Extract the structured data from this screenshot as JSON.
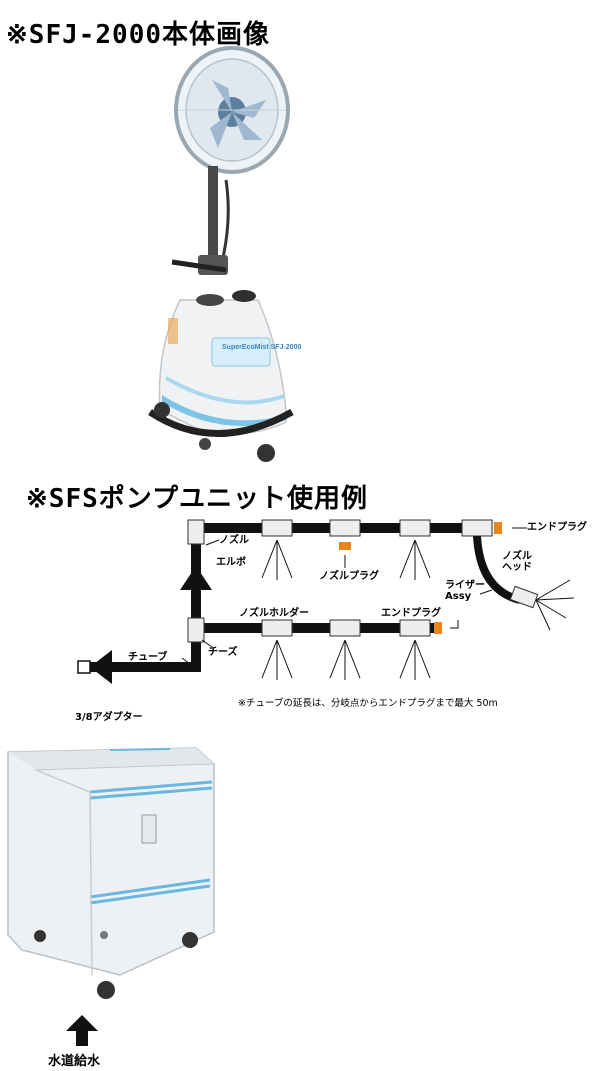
{
  "headings": {
    "main": "※SFJ-2000本体画像",
    "usage": "※SFSポンプユニット使用例"
  },
  "fan_unit": {
    "brand_label": "SuperEcoMist",
    "model_label": "SFJ-2000"
  },
  "diagram_labels": {
    "end_plug_top": "エンドプラグ",
    "nozzle": "ノズル",
    "elbow": "エルボ",
    "nozzle_plug": "ノズルプラグ",
    "nozzle_head": "ノズル\nヘッド",
    "riser_assy": "ライザー\nAssy",
    "nozzle_holder": "ノズルホルダー",
    "end_plug_bottom": "エンドプラグ",
    "tube": "チューブ",
    "cheese": "チーズ",
    "adapter": "3/8アダプター",
    "note": "※チューブの延長は、分岐点からエンドプラグまで最大 50m",
    "water_supply": "水道給水"
  },
  "colors": {
    "accent_blue": "#6ab8e0",
    "orange_plug": "#e8861a"
  }
}
